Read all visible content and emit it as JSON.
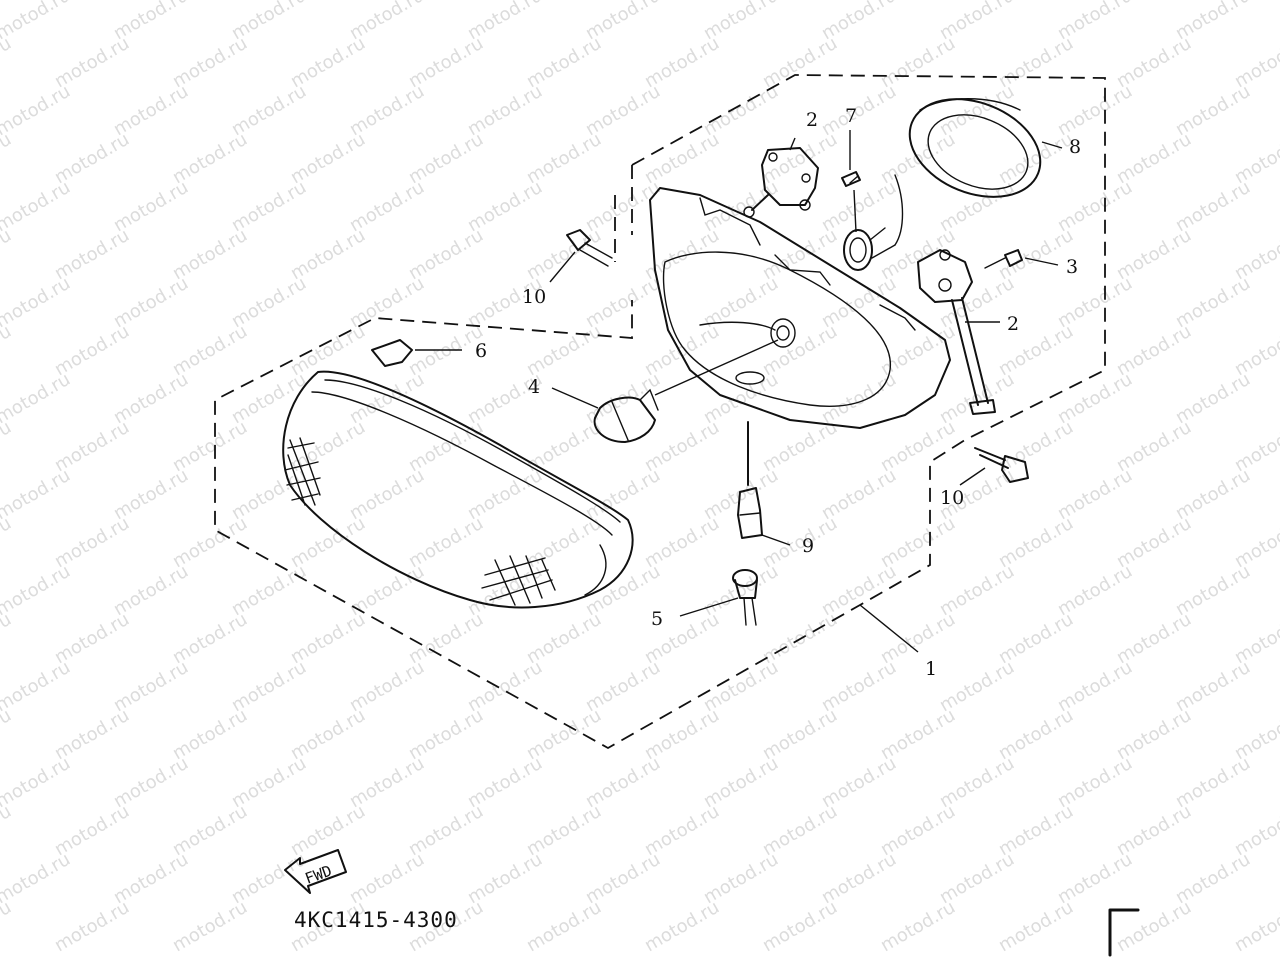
{
  "watermark": {
    "text": "motod.ru"
  },
  "drawing": {
    "reference_code": "4KC1415-4300",
    "direction_marker": "FWD"
  },
  "callouts": [
    {
      "id": "label-1",
      "number": "1"
    },
    {
      "id": "label-2a",
      "number": "2"
    },
    {
      "id": "label-2b",
      "number": "2"
    },
    {
      "id": "label-3",
      "number": "3"
    },
    {
      "id": "label-4",
      "number": "4"
    },
    {
      "id": "label-5",
      "number": "5"
    },
    {
      "id": "label-6",
      "number": "6"
    },
    {
      "id": "label-7",
      "number": "7"
    },
    {
      "id": "label-8",
      "number": "8"
    },
    {
      "id": "label-9",
      "number": "9"
    },
    {
      "id": "label-10a",
      "number": "10"
    },
    {
      "id": "label-10b",
      "number": "10"
    }
  ],
  "colors": {
    "ink": "#111111",
    "watermark": "#dcdcdc",
    "paper": "#ffffff"
  }
}
